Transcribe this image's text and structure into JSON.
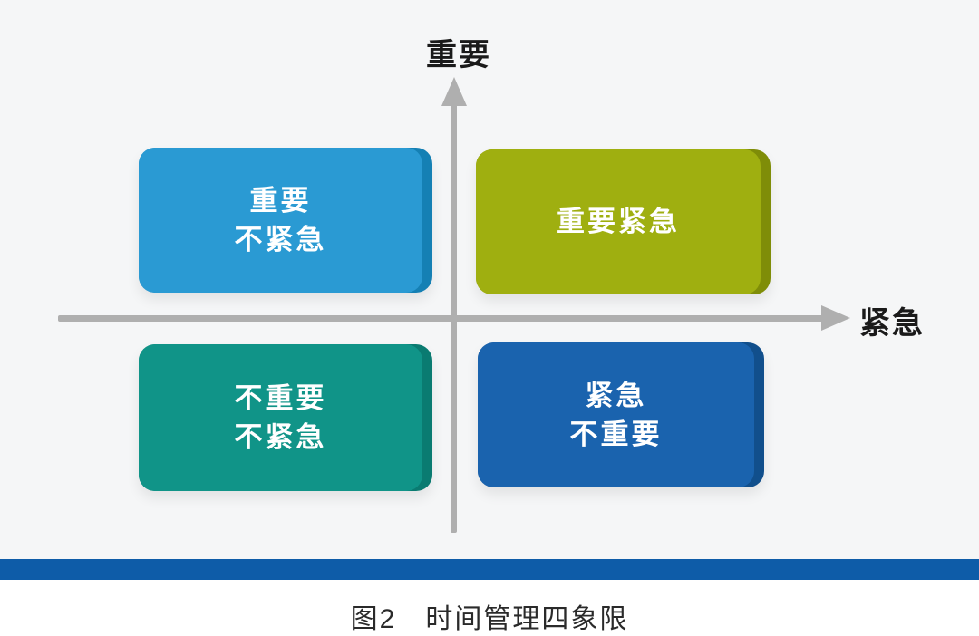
{
  "diagram": {
    "axes": {
      "y_label": "重要",
      "x_label": "紧急",
      "axis_color": "#AFAFAF"
    },
    "quadrants": [
      {
        "id": "important-not-urgent",
        "position": "top-left",
        "lines": [
          "重要",
          "不紧急"
        ],
        "color": "#2A9AD3",
        "edge_color": "#1580B4"
      },
      {
        "id": "important-urgent",
        "position": "top-right",
        "lines": [
          "重要紧急"
        ],
        "color": "#9FAF10",
        "edge_color": "#7F8D08"
      },
      {
        "id": "not-important-not-urgent",
        "position": "bottom-left",
        "lines": [
          "不重要",
          "不紧急"
        ],
        "color": "#109488",
        "edge_color": "#0A7B71"
      },
      {
        "id": "urgent-not-important",
        "position": "bottom-right",
        "lines": [
          "紧急",
          "不重要"
        ],
        "color": "#1A63AE",
        "edge_color": "#114F8C"
      }
    ],
    "divider_color": "#0E5CA8",
    "background_color": "#F5F6F7",
    "caption": "图2　时间管理四象限"
  }
}
